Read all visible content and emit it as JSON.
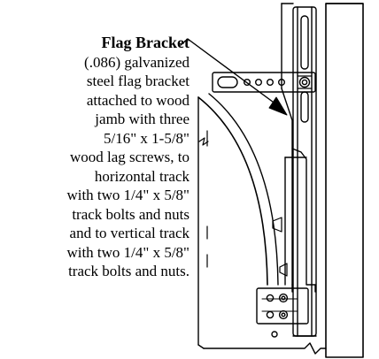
{
  "callout": {
    "title": "Flag Bracket",
    "description_lines": [
      "(.086) galvanized",
      "steel flag bracket",
      "attached to wood",
      "jamb with three",
      "5/16\" x 1-5/8\"",
      "wood lag screws, to",
      "horizontal track",
      "with two 1/4\" x 5/8\"",
      "track bolts and nuts",
      "and to vertical track",
      "with two 1/4\" x 5/8\"",
      "track bolts and nuts."
    ]
  },
  "colors": {
    "ink": "#000000",
    "paper": "#ffffff"
  }
}
